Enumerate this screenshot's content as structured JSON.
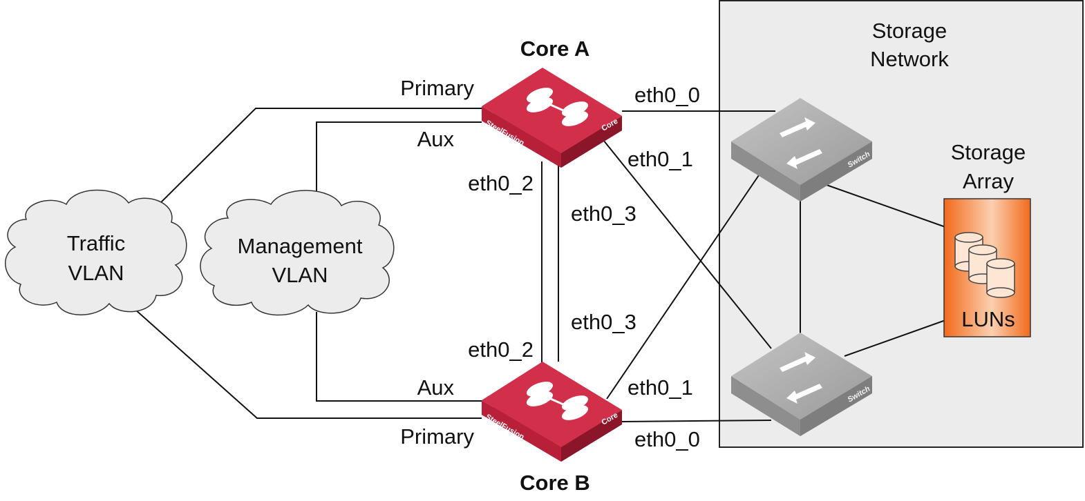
{
  "clouds": {
    "traffic": {
      "line1": "Traffic",
      "line2": "VLAN"
    },
    "management": {
      "line1": "Management",
      "line2": "VLAN"
    }
  },
  "cores": {
    "a": {
      "title": "Core A",
      "brand": "SteelFusion",
      "model": "Core"
    },
    "b": {
      "title": "Core B",
      "brand": "SteelFusion",
      "model": "Core"
    }
  },
  "links": {
    "a_primary": "Primary",
    "a_aux": "Aux",
    "b_primary": "Primary",
    "b_aux": "Aux",
    "a_eth0_0": "eth0_0",
    "a_eth0_1": "eth0_1",
    "a_eth0_2": "eth0_2",
    "a_eth0_3": "eth0_3",
    "b_eth0_0": "eth0_0",
    "b_eth0_1": "eth0_1",
    "b_eth0_2": "eth0_2",
    "b_eth0_3": "eth0_3"
  },
  "storage_network": {
    "line1": "Storage",
    "line2": "Network"
  },
  "switches": {
    "top_label": "Switch",
    "bottom_label": "Switch"
  },
  "storage_array": {
    "line1": "Storage",
    "line2": "Array",
    "luns": "LUNs"
  },
  "colors": {
    "core_red": "#c8243f",
    "switch_gray": "#a8a8a8",
    "cloud_fill": "#ececec",
    "storage_bg": "#ececec",
    "array_orange": "#f07828"
  }
}
